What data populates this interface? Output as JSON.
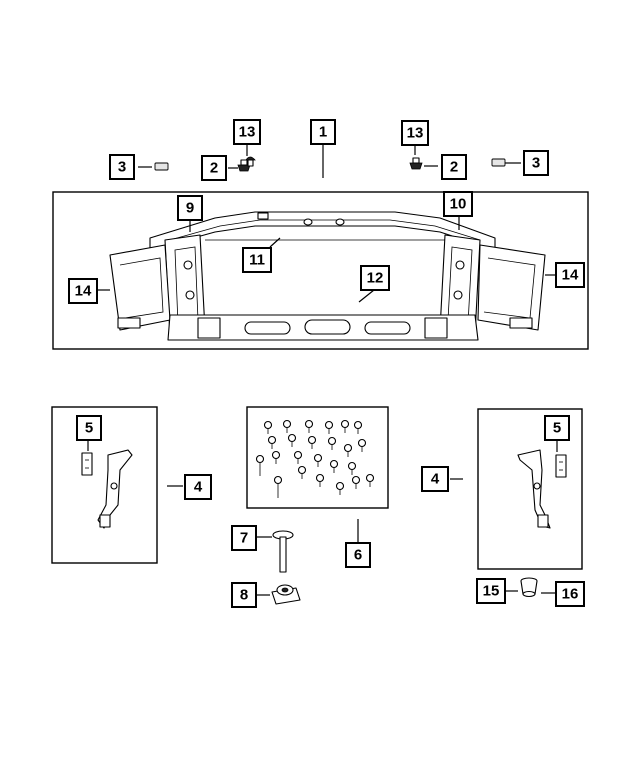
{
  "callouts": {
    "c1": "1",
    "c2a": "2",
    "c2b": "2",
    "c3a": "3",
    "c3b": "3",
    "c4a": "4",
    "c4b": "4",
    "c5a": "5",
    "c5b": "5",
    "c6": "6",
    "c7": "7",
    "c8": "8",
    "c9": "9",
    "c10": "10",
    "c11": "11",
    "c12": "12",
    "c13a": "13",
    "c13b": "13",
    "c14a": "14",
    "c14b": "14",
    "c15": "15",
    "c16": "16"
  }
}
